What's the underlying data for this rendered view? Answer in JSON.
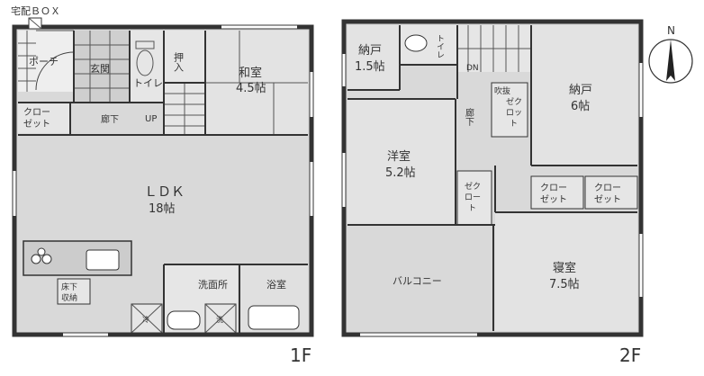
{
  "floor1": {
    "label": "1F",
    "takuhai": "宅配ＢＯＸ",
    "porch": "ポーチ",
    "genkan": "玄関",
    "toilet": "トイレ",
    "oshiire": "押入",
    "washitsu": "和室",
    "washitsu_size": "4.5帖",
    "closet1": "クロー",
    "closet2": "ゼット",
    "roka": "廊下",
    "up": "UP",
    "ldk": "ＬＤＫ",
    "ldk_size": "18帖",
    "yukashita1": "床下",
    "yukashita2": "収納",
    "senmen": "洗面所",
    "yokushitsu": "浴室",
    "rei": "冷",
    "sen": "洗"
  },
  "floor2": {
    "label": "2F",
    "nando_s": "納戸",
    "nando_s_size": "1.5帖",
    "toilet": "トイレ",
    "dn": "DN",
    "nando": "納戸",
    "nando_size": "6帖",
    "fukinuke1": "吹抜",
    "fukinuke2": "ゼク",
    "fukinuke3": "ロッ",
    "fukinuke4": "ト",
    "roka": "廊下",
    "youshitsu": "洋室",
    "youshitsu_size": "5.2帖",
    "zek1": "ゼク",
    "zek2": "ロー",
    "zek3": "ト",
    "closet1": "クロー",
    "closet2": "ゼット",
    "balcony": "バルコニー",
    "shinshitsu": "寝室",
    "shinshitsu_size": "7.5帖"
  },
  "compass": {
    "label": "N"
  }
}
